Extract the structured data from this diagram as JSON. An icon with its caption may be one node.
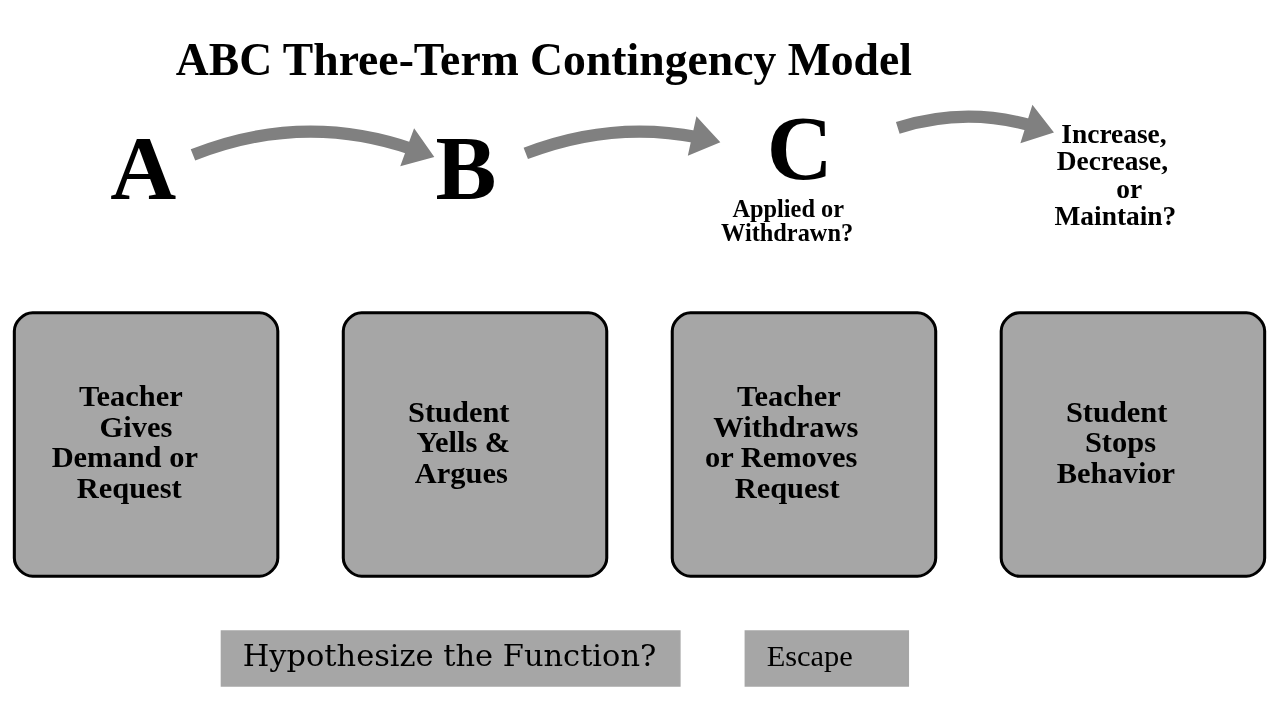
{
  "diagram": {
    "title": "ABC Three-Term Contingency Model",
    "nodes": [
      {
        "text": [
          "A"
        ]
      },
      {
        "text": [
          "B"
        ]
      },
      {
        "text": [
          "C"
        ],
        "beside": [
          "Applied or Withdrawn?"
        ]
      },
      {
        "text": [
          "Increase, Decrease, or Maintain?"
        ]
      },
      {
        "text": [
          "Teacher Gives Demand or Request"
        ]
      },
      {
        "text": [
          "Student Yells & Argues"
        ]
      },
      {
        "text": [
          "Teacher Withdraws or Removes Request"
        ]
      },
      {
        "text": [
          "Student Stops Behavior"
        ]
      },
      {
        "text": [
          "Hypothesize the Function?"
        ]
      },
      {
        "text": [
          "Escape"
        ]
      }
    ],
    "edges": [
      {
        "from": 0,
        "to": 1,
        "arrow": "to"
      },
      {
        "from": 1,
        "to": 2,
        "arrow": "to"
      },
      {
        "from": 2,
        "to": 3,
        "arrow": "to"
      }
    ]
  }
}
